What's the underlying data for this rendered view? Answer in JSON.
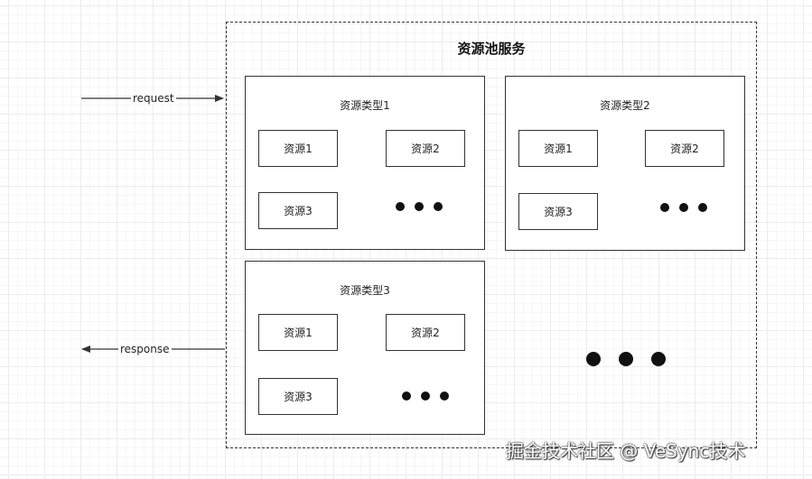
{
  "pool": {
    "title": "资源池服务"
  },
  "groups": [
    {
      "label": "资源类型1",
      "resources": [
        "资源1",
        "资源2",
        "资源3"
      ]
    },
    {
      "label": "资源类型2",
      "resources": [
        "资源1",
        "资源2",
        "资源3"
      ]
    },
    {
      "label": "资源类型3",
      "resources": [
        "资源1",
        "资源2",
        "资源3"
      ]
    }
  ],
  "arrows": {
    "request": "request",
    "response": "response"
  },
  "watermark": "掘金技术社区 @ VeSync技术",
  "colors": {
    "stroke": "#333333",
    "grid": "#ececec"
  }
}
